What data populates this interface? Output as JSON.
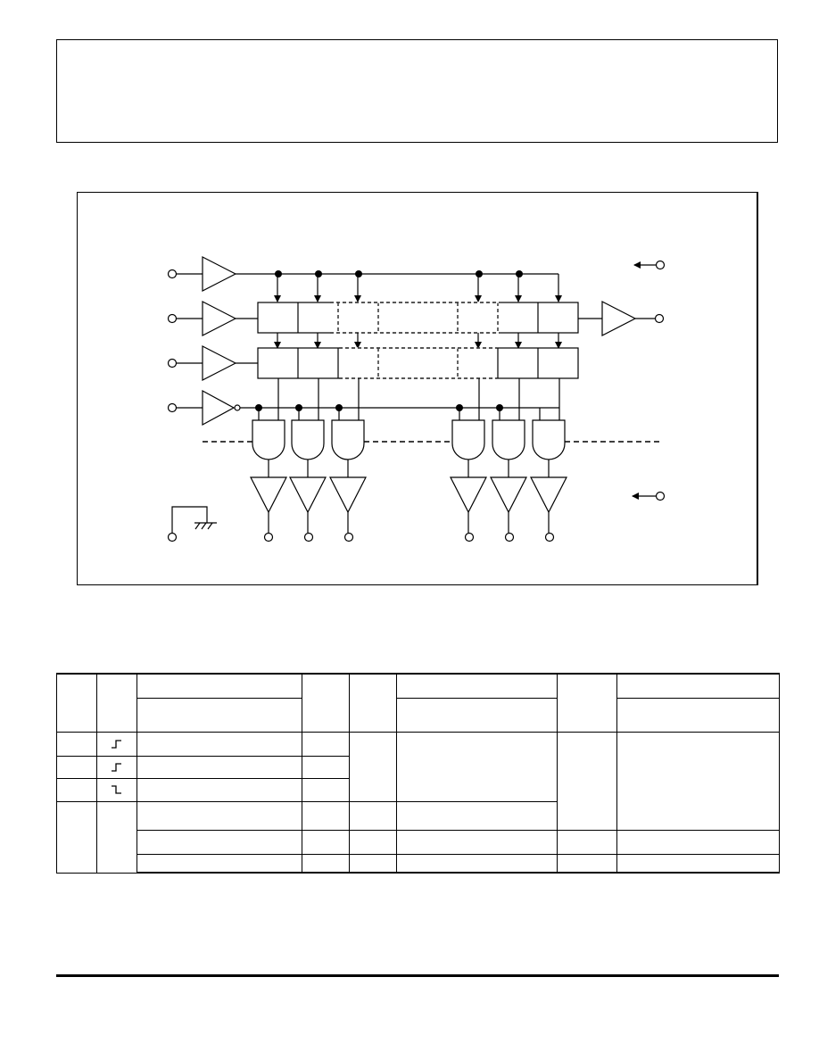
{
  "header": {
    "title": ""
  },
  "block_diagram": {
    "caption": "",
    "shift_register_stages": 8,
    "visible_stage_groups": [
      "left",
      "right"
    ],
    "pins": [
      "input-1",
      "input-2",
      "input-3",
      "input-4",
      "ground",
      "output-1",
      "output-2",
      "output-3",
      "output-4",
      "output-5",
      "output-6",
      "serial-out",
      "supply-arrow-top",
      "supply-arrow-bottom"
    ]
  },
  "truth_table": {
    "caption": "",
    "header_rows": 2,
    "body_rows": [
      {
        "edge": "rising",
        "cells": [
          "",
          "",
          ""
        ]
      },
      {
        "edge": "rising",
        "cells": [
          "",
          "",
          ""
        ]
      },
      {
        "edge": "falling",
        "cells": [
          "",
          "",
          ""
        ]
      },
      {
        "edge": "",
        "cells": [
          "",
          "",
          ""
        ]
      },
      {
        "edge": "",
        "cells": [
          "",
          "",
          ""
        ]
      },
      {
        "edge": "",
        "cells": [
          "",
          "",
          ""
        ]
      }
    ]
  },
  "colors": {
    "line": "#000000",
    "background": "#ffffff"
  }
}
